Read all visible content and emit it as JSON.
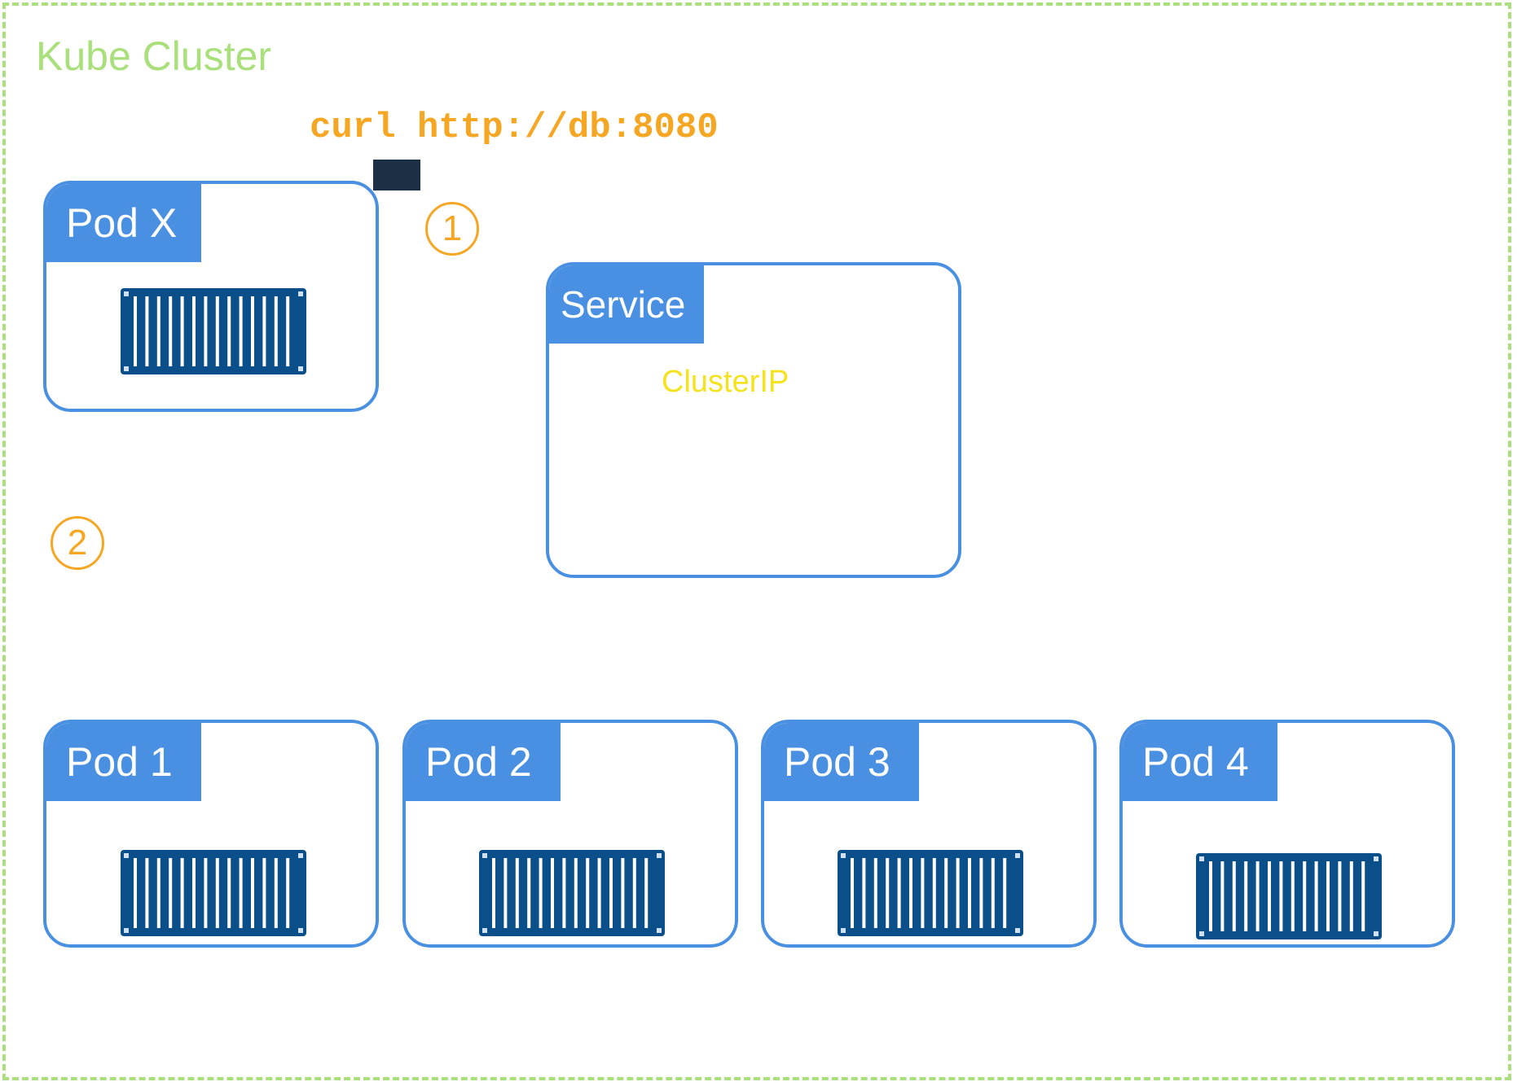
{
  "cluster": {
    "title": "Kube Cluster"
  },
  "command": {
    "text": "curl http://db:8080"
  },
  "steps": [
    {
      "label": "1"
    },
    {
      "label": "2"
    }
  ],
  "service": {
    "title": "Service",
    "type_label": "ClusterIP"
  },
  "client_pod": {
    "title": "Pod X"
  },
  "backend_pods": [
    {
      "title": "Pod 1"
    },
    {
      "title": "Pod 2"
    },
    {
      "title": "Pod 3"
    },
    {
      "title": "Pod 4"
    }
  ],
  "colors": {
    "cluster_border": "#a9e07c",
    "box_border": "#4a90e2",
    "tab_fill": "#4a90e2",
    "command": "#f5a623",
    "cluster_ip": "#f5e21f",
    "container": "#0b4f8a"
  },
  "icons": {
    "container": "shipping-container-icon"
  }
}
